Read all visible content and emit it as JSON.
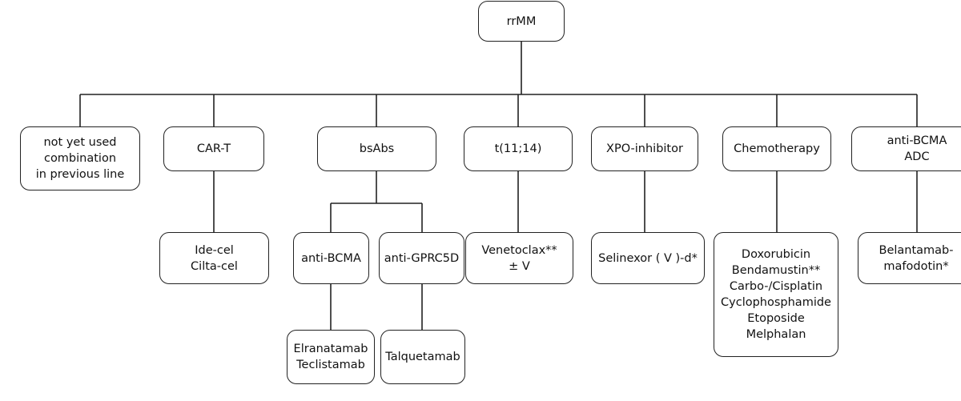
{
  "diagram": {
    "nodes": {
      "rrmm": [
        "rrMM"
      ],
      "not_yet_used": [
        "not yet used",
        "combination",
        "in previous line"
      ],
      "car_t": [
        "CAR-T"
      ],
      "bsabs": [
        "bsAbs"
      ],
      "t11_14": [
        "t(11;14)"
      ],
      "xpo_inhibitor": [
        "XPO-inhibitor"
      ],
      "chemotherapy": [
        "Chemotherapy"
      ],
      "anti_bcma_adc": [
        "anti-BCMA",
        "ADC"
      ],
      "ide_cilta": [
        "Ide-cel",
        "Cilta-cel"
      ],
      "anti_bcma": [
        "anti-BCMA"
      ],
      "anti_gprc5d": [
        "anti-GPRC5D"
      ],
      "venetoclax": [
        "Venetoclax**",
        "± V"
      ],
      "selinexor": [
        "Selinexor ( V )-d*"
      ],
      "chemo_drugs": [
        "Doxorubicin",
        "Bendamustin**",
        "Carbo-/Cisplatin",
        "Cyclophosphamide",
        "Etoposide",
        "Melphalan"
      ],
      "belantamab": [
        "Belantamab-",
        "mafodotin*"
      ],
      "elranatamab_teclistamab": [
        "Elranatamab",
        "Teclistamab"
      ],
      "talquetamab": [
        "Talquetamab"
      ]
    }
  }
}
